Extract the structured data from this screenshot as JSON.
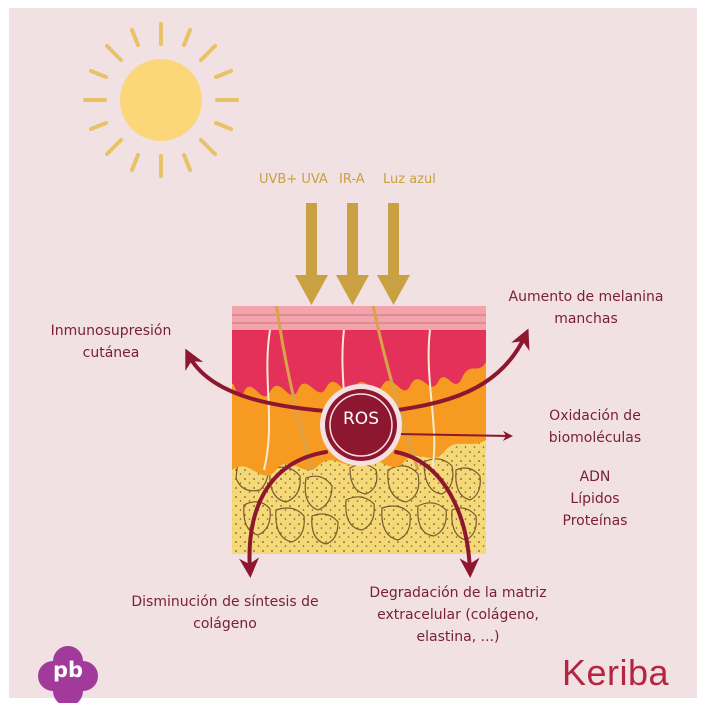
{
  "rays": {
    "uvb_uva": "UVB+ UVA",
    "ira": "IR-A",
    "blue": "Luz azul"
  },
  "center": {
    "ros": "ROS"
  },
  "effects": {
    "immuno": [
      "Inmunosupresión",
      "cutánea"
    ],
    "melanin": [
      "Aumento de melanina",
      "manchas"
    ],
    "oxidation": [
      "Oxidación de",
      "biomoléculas"
    ],
    "biomolecules": [
      "ADN",
      "Lípidos",
      "Proteínas"
    ],
    "collagen_synthesis": [
      "Disminución de síntesis de",
      "colágeno"
    ],
    "matrix": [
      "Degradación de la matriz",
      "extracelular (colágeno,",
      "elastina, ...)"
    ]
  },
  "logos": {
    "left": "pb",
    "right": "Keriba"
  },
  "colors": {
    "background": "#f1e1e3",
    "text": "#7a2034",
    "arrow": "#8e1730",
    "sun": "#fbd77a",
    "rays": "#c9a042",
    "brand": "#b52542",
    "pb_logo": "#a13a9b"
  }
}
